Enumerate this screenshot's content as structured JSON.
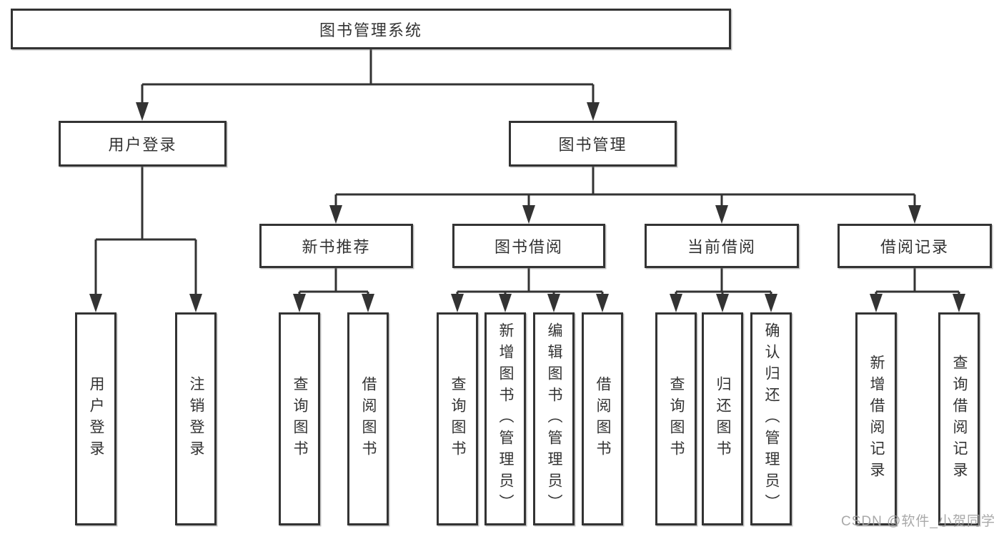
{
  "nodes": {
    "root": "图书管理系统",
    "user_login": "用户登录",
    "book_mgmt": "图书管理",
    "new_book": "新书推荐",
    "book_borrow": "图书借阅",
    "current_borrow": "当前借阅",
    "borrow_record": "借阅记录",
    "leaves": {
      "user_login": "用户登录",
      "logout": "注销登录",
      "nb_query": "查询图书",
      "nb_borrow": "借阅图书",
      "bb_query": "查询图书",
      "bb_add": "新增图书（管理员）",
      "bb_edit": "编辑图书（管理员）",
      "bb_borrow": "借阅图书",
      "cb_query": "查询图书",
      "cb_return": "归还图书",
      "cb_confirm": "确认归还（管理员）",
      "br_add": "新增借阅记录",
      "br_query": "查询借阅记录"
    }
  },
  "watermark": "CSDN @软件_小贺同学",
  "colors": {
    "line": "#333333",
    "text": "#333333",
    "background": "#ffffff",
    "watermark": "#a0a0a0"
  }
}
